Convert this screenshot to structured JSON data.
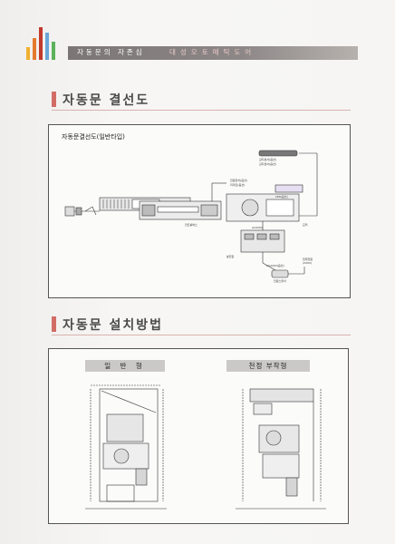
{
  "header": {
    "title": "자동문의 자존심",
    "slogan": "대성오토메틱도어",
    "logo_colors": [
      "#f0b030",
      "#e57a2e",
      "#c03a2c",
      "#6aa6d8",
      "#5cb25a"
    ]
  },
  "section1": {
    "title": "자동문 결선도",
    "diagram_title": "자동문결선도(일반타입)",
    "labels": {
      "sensor_top": "감지센서(옵션)",
      "sensor_top2": "감지센서(옵션)",
      "controller": "컨트롤박스",
      "power_unit": "전원장치(옵션)",
      "limit": "리미트(옵션)",
      "led": "LED(옵션)",
      "motor": "모터",
      "ac220": "AC220V",
      "switch_box": "분전함",
      "ac220_plug": "AC220V(옵션)",
      "input_power": "입력전원",
      "input_power2": "(220V)",
      "power_switch": "전원스위치"
    }
  },
  "section2": {
    "title": "자동문 설치방법",
    "types": [
      {
        "label": "일 반 형"
      },
      {
        "label": "천정 부착형"
      }
    ]
  }
}
